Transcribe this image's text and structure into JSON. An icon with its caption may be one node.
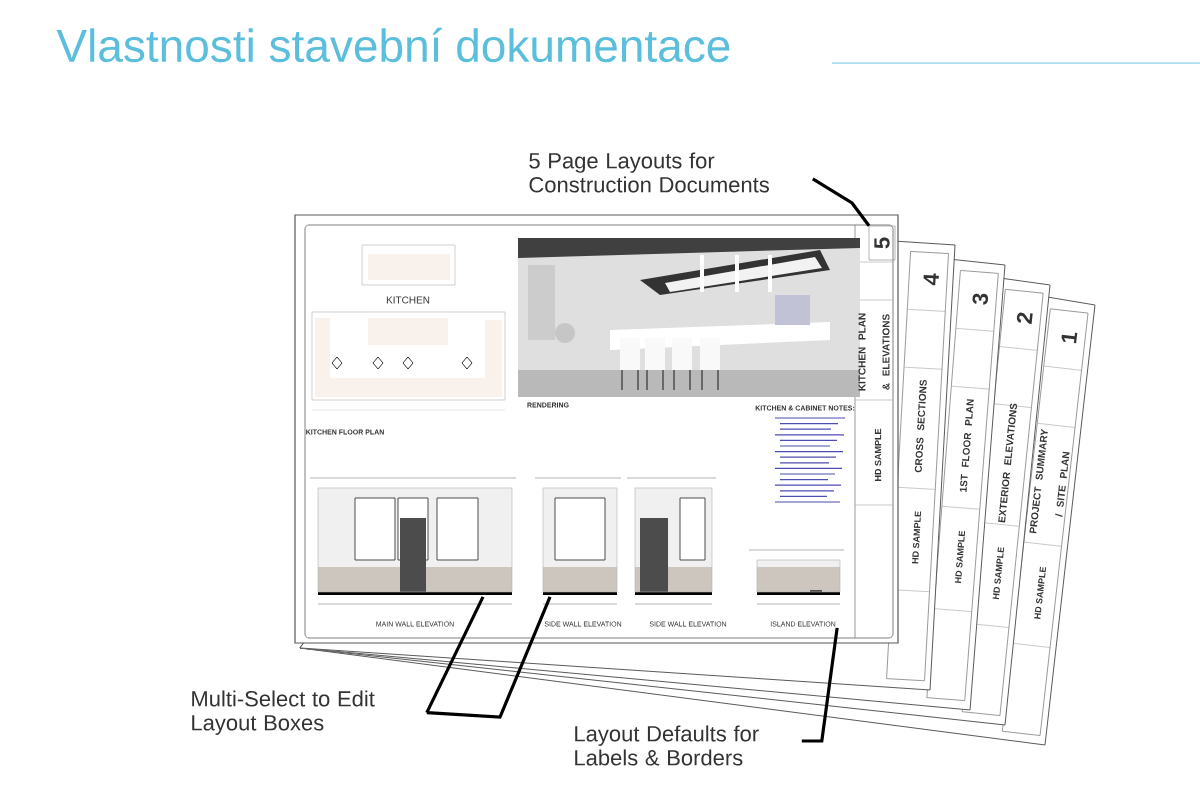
{
  "diagram": {
    "title": "Vlastnosti stavební dokumentace",
    "nodes": [
      {
        "text": [
          "5 Page Layouts for Construction Documents"
        ]
      },
      {
        "text": [
          "Multi-Select to Edit Layout Boxes"
        ]
      },
      {
        "text": [
          "Layout Defaults for Labels & Borders"
        ]
      },
      {
        "text": [
          "5"
        ]
      },
      {
        "text": [],
        "shape": "picture"
      },
      {
        "text": [],
        "shape": "picture"
      },
      {
        "text": [
          "ISLAND ELEVATION"
        ]
      }
    ],
    "edges": [
      {
        "from": 0,
        "to": 3,
        "arrow": "none"
      },
      {
        "from": 1,
        "to": 4,
        "arrow": "none"
      },
      {
        "from": 1,
        "to": 5,
        "arrow": "none"
      },
      {
        "from": 2,
        "to": 6,
        "arrow": "none"
      }
    ],
    "labels": [
      "KITCHEN",
      "RENDERING",
      "KITCHEN & CABINET NOTES:",
      "KITCHEN FLOOR PLAN",
      "MAIN WALL ELEVATION",
      "SIDE WALL ELEVATION",
      "SIDE WALL ELEVATION",
      "KITCHEN PLAN & ELEVATIONS",
      "HD SAMPLE",
      "4",
      "CROSS SECTIONS",
      "HD SAMPLE",
      "3",
      "1ST FLOOR PLAN",
      "HD SAMPLE",
      "2",
      "EXTERIOR ELEVATIONS",
      "HD SAMPLE",
      "1",
      "PROJECT SUMMARY / SITE PLAN",
      "HD SAMPLE"
    ]
  }
}
